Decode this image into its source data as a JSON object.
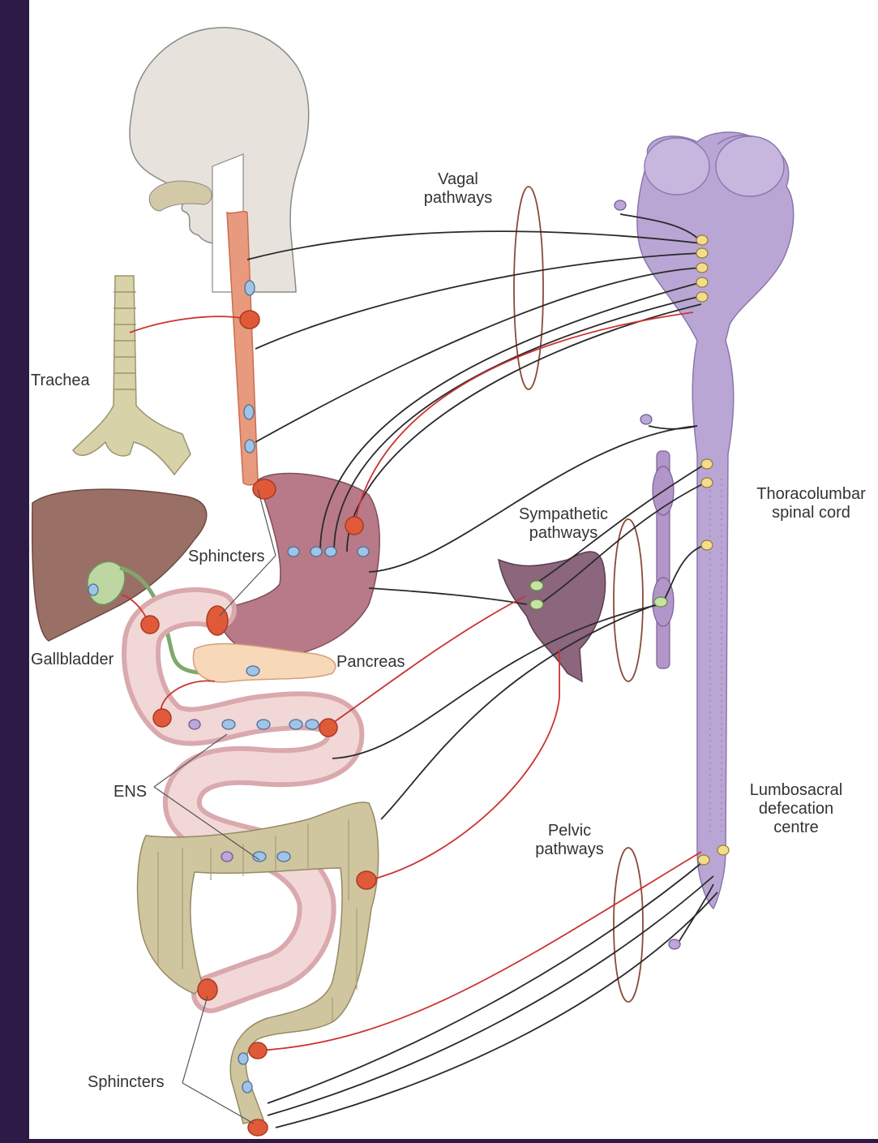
{
  "labels": {
    "vagal": "Vagal\npathways",
    "trachea": "Trachea",
    "thoracolumbar": "Thoracolumbar\nspinal cord",
    "sympathetic": "Sympathetic\npathways",
    "sphincters_upper": "Sphincters",
    "gallbladder": "Gallbladder",
    "pancreas": "Pancreas",
    "ens": "ENS",
    "lumbosacral": "Lumbosacral\ndefecation\ncentre",
    "pelvic": "Pelvic\npathways",
    "sphincters_lower": "Sphincters"
  },
  "colors": {
    "frame": "#2e1a46",
    "background": "#ffffff",
    "spinal_cord": "#b9a6d4",
    "esophagus": "#e89a7e",
    "stomach": "#b87a88",
    "liver": "#9a6f66",
    "intestine": "#e9c6c6",
    "colon": "#cfc59f",
    "sphincter": "#e05a3a",
    "neuron": "#9fc4e8",
    "ganglion_dot": "#f4dc8a",
    "efferent_line": "#2a2a2a",
    "afferent_line": "#cc3333"
  }
}
